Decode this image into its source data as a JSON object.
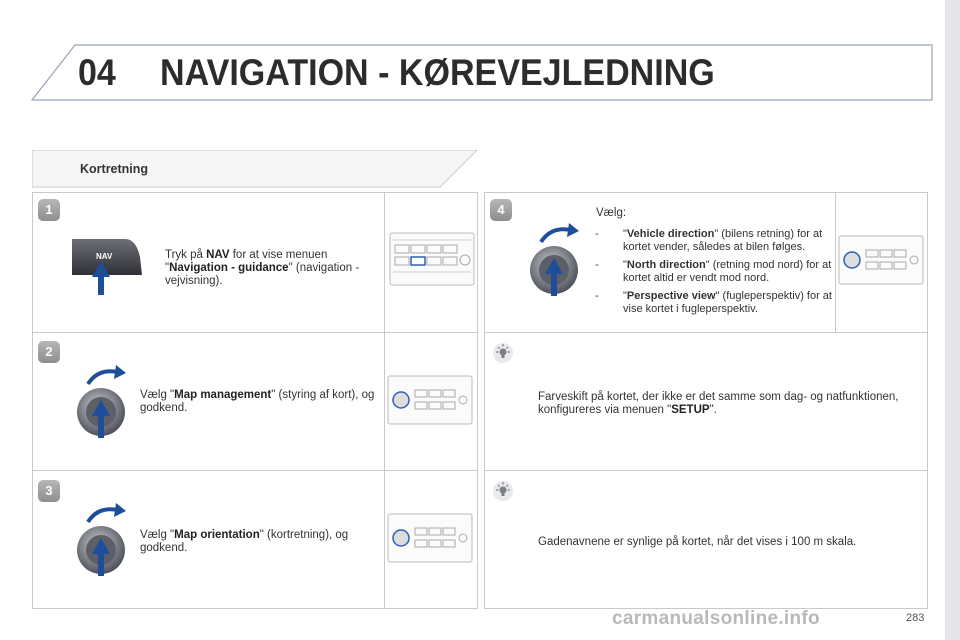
{
  "header": {
    "chapter_number": "04",
    "chapter_title": "NAVIGATION - KØREVEJLEDNING"
  },
  "section": {
    "title": "Kortretning"
  },
  "steps": [
    {
      "number": "1",
      "icon": "nav-button-press-icon",
      "text_pre": "Tryk på ",
      "bold1": "NAV",
      "text_mid": " for at vise menuen \"",
      "bold2": "Navigation - guidance",
      "text_post": "\" (navigation - vejvisning)."
    },
    {
      "number": "2",
      "icon": "rotary-knob-icon",
      "text_pre": "Vælg \"",
      "bold1": "Map management",
      "text_post": "\" (styring af kort), og godkend."
    },
    {
      "number": "3",
      "icon": "rotary-knob-icon",
      "text_pre": "Vælg \"",
      "bold1": "Map orientation",
      "text_post": "\" (kortretning), og godkend."
    },
    {
      "number": "4",
      "icon": "rotary-knob-icon",
      "intro": "Vælg:",
      "options": [
        {
          "dash": "-",
          "open": "\"",
          "bold": "Vehicle direction",
          "rest": "\" (bilens retning) for at kortet vender, således at bilen følges."
        },
        {
          "dash": "-",
          "open": "\"",
          "bold": "North direction",
          "rest": "\" (retning mod nord) for at kortet altid er vendt mod nord."
        },
        {
          "dash": "-",
          "open": "\"",
          "bold": "Perspective view",
          "rest": "\" (fugleperspektiv) for at vise kortet i fugleperspektiv."
        }
      ]
    }
  ],
  "tips": [
    {
      "icon": "tip-bulb-icon",
      "text_pre": "Farveskift på kortet, der ikke er det samme som dag- og natfunktionen, konfigureres via menuen \"",
      "bold": "SETUP",
      "text_post": "\"."
    },
    {
      "icon": "tip-bulb-icon",
      "text": "Gadenavnene er synlige på kortet, når det vises i 100 m skala."
    }
  ],
  "nav_key_label": "NAV",
  "footer": {
    "page_number": "283",
    "watermark": "carmanualsonline.info"
  },
  "colors": {
    "arrow_blue": "#1e4e9a",
    "title_dark": "#2c2c2c",
    "border_grey": "#c9c9c9",
    "badge_grey": "#9a9a9a"
  }
}
